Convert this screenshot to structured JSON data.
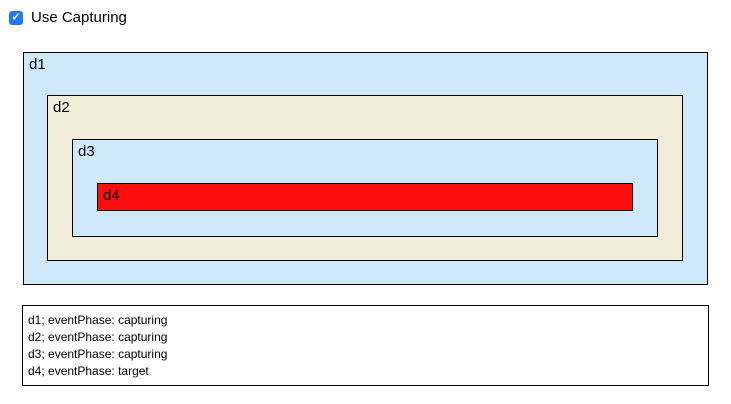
{
  "checkbox": {
    "label": "Use Capturing",
    "checked": true,
    "checkmark": "✓"
  },
  "boxes": [
    {
      "id": "d1",
      "label": "d1",
      "bg": "#cfe9fb"
    },
    {
      "id": "d2",
      "label": "d2",
      "bg": "#f2edda"
    },
    {
      "id": "d3",
      "label": "d3",
      "bg": "#cfe9fb"
    },
    {
      "id": "d4",
      "label": "d4",
      "bg": "#fb0e0c"
    }
  ],
  "log": {
    "lines": [
      "d1; eventPhase: capturing",
      "d2; eventPhase: capturing",
      "d3; eventPhase: capturing",
      "d4; eventPhase: target"
    ]
  },
  "colors": {
    "checkbox_blue": "#2178f3",
    "box_blue": "#cfe9fb",
    "box_cream": "#f2edda",
    "box_red": "#fb0e0c",
    "border": "#000000",
    "text": "#000000",
    "background": "#ffffff"
  }
}
